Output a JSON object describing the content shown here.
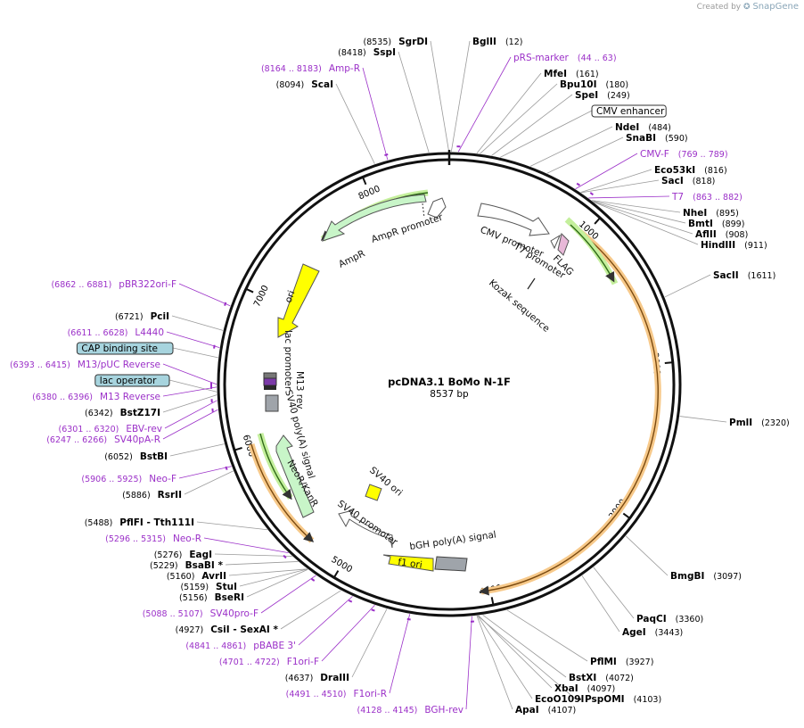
{
  "credit": {
    "prefix": "Created by",
    "brand": "SnapGene"
  },
  "map": {
    "name": "pcDNA3.1 BoMo N-1F",
    "length_label": "8537 bp",
    "length": 8537
  },
  "colors": {
    "site": "#000000",
    "primer": "#9b30c8",
    "feature_green": "#c8f5c8",
    "feature_yellow": "#ffff00",
    "feature_grey": "#9fa4aa",
    "orange_arc": "#f2a23a",
    "green_arc": "#4f9a2c"
  },
  "ticks": [
    "1000",
    "2000",
    "3000",
    "4000",
    "5000",
    "6000",
    "7000",
    "8000"
  ],
  "labels_right": [
    {
      "name": "BglII",
      "pos": "(12)",
      "kind": "site",
      "bp": 12
    },
    {
      "name": "pRS-marker",
      "pos": "(44 .. 63)",
      "kind": "primer",
      "bp": 53
    },
    {
      "name": "MfeI",
      "pos": "(161)",
      "kind": "site",
      "bp": 161
    },
    {
      "name": "Bpu10I",
      "pos": "(180)",
      "kind": "site",
      "bp": 180
    },
    {
      "name": "SpeI",
      "pos": "(249)",
      "kind": "site",
      "bp": 249
    },
    {
      "name": "CMV enhancer",
      "pos": "",
      "kind": "box",
      "bp": 300
    },
    {
      "name": "NdeI",
      "pos": "(484)",
      "kind": "site",
      "bp": 484
    },
    {
      "name": "SnaBI",
      "pos": "(590)",
      "kind": "site",
      "bp": 590
    },
    {
      "name": "CMV-F",
      "pos": "(769 .. 789)",
      "kind": "primer",
      "bp": 779
    },
    {
      "name": "Eco53kI",
      "pos": "(816)",
      "kind": "site",
      "bp": 816
    },
    {
      "name": "SacI",
      "pos": "(818)",
      "kind": "site",
      "bp": 818
    },
    {
      "name": "T7",
      "pos": "(863 .. 882)",
      "kind": "primer",
      "bp": 872
    },
    {
      "name": "NheI",
      "pos": "(895)",
      "kind": "site",
      "bp": 895
    },
    {
      "name": "BmtI",
      "pos": "(899)",
      "kind": "site",
      "bp": 899
    },
    {
      "name": "AflII",
      "pos": "(908)",
      "kind": "site",
      "bp": 908
    },
    {
      "name": "HindIII",
      "pos": "(911)",
      "kind": "site",
      "bp": 911
    },
    {
      "name": "SacII",
      "pos": "(1611)",
      "kind": "site",
      "bp": 1611
    },
    {
      "name": "PmlI",
      "pos": "(2320)",
      "kind": "site",
      "bp": 2320
    },
    {
      "name": "BmgBI",
      "pos": "(3097)",
      "kind": "site",
      "bp": 3097
    },
    {
      "name": "PaqCI",
      "pos": "(3360)",
      "kind": "site",
      "bp": 3360
    },
    {
      "name": "AgeI",
      "pos": "(3443)",
      "kind": "site",
      "bp": 3443
    },
    {
      "name": "PflMI",
      "pos": "(3927)",
      "kind": "site",
      "bp": 3927
    },
    {
      "name": "BstXI",
      "pos": "(4072)",
      "kind": "site",
      "bp": 4072
    },
    {
      "name": "XbaI",
      "pos": "(4097)",
      "kind": "site",
      "bp": 4097
    },
    {
      "name": "EcoO109I",
      "pos": "",
      "kind": "site",
      "bp": 4103
    },
    {
      "name": "- PspOMI",
      "pos": "(4103)",
      "kind": "site",
      "bp": 4103
    },
    {
      "name": "ApaI",
      "pos": "(4107)",
      "kind": "site",
      "bp": 4107
    }
  ],
  "labels_left": [
    {
      "name": "SgrDI",
      "pos": "(8535)",
      "kind": "site",
      "bp": 8535
    },
    {
      "name": "SspI",
      "pos": "(8418)",
      "kind": "site",
      "bp": 8418
    },
    {
      "name": "Amp-R",
      "pos": "(8164 .. 8183)",
      "kind": "primer",
      "bp": 8173
    },
    {
      "name": "ScaI",
      "pos": "(8094)",
      "kind": "site",
      "bp": 8094
    },
    {
      "name": "pBR322ori-F",
      "pos": "(6862 .. 6881)",
      "kind": "primer",
      "bp": 6871
    },
    {
      "name": "PciI",
      "pos": "(6721)",
      "kind": "site",
      "bp": 6721
    },
    {
      "name": "L4440",
      "pos": "(6611 .. 6628)",
      "kind": "primer",
      "bp": 6619
    },
    {
      "name": "CAP binding site",
      "pos": "",
      "kind": "box",
      "bp": 6560
    },
    {
      "name": "M13/pUC Reverse",
      "pos": "(6393 .. 6415)",
      "kind": "primer",
      "bp": 6404
    },
    {
      "name": "lac operator",
      "pos": "",
      "kind": "box",
      "bp": 6360
    },
    {
      "name": "M13 Reverse",
      "pos": "(6380 .. 6396)",
      "kind": "primer",
      "bp": 6388
    },
    {
      "name": "BstZ17I",
      "pos": "(6342)",
      "kind": "site",
      "bp": 6342
    },
    {
      "name": "EBV-rev",
      "pos": "(6301 .. 6320)",
      "kind": "primer",
      "bp": 6310
    },
    {
      "name": "SV40pA-R",
      "pos": "(6247 .. 6266)",
      "kind": "primer",
      "bp": 6256
    },
    {
      "name": "BstBI",
      "pos": "(6052)",
      "kind": "site",
      "bp": 6052
    },
    {
      "name": "Neo-F",
      "pos": "(5906 .. 5925)",
      "kind": "primer",
      "bp": 5915
    },
    {
      "name": "RsrII",
      "pos": "(5886)",
      "kind": "site",
      "bp": 5886
    },
    {
      "name": "PflFI  - Tth111I",
      "pos": "(5488)",
      "kind": "site",
      "bp": 5488
    },
    {
      "name": "Neo-R",
      "pos": "(5296 .. 5315)",
      "kind": "primer",
      "bp": 5305
    },
    {
      "name": "EagI",
      "pos": "(5276)",
      "kind": "site",
      "bp": 5276
    },
    {
      "name": "BsaBI *",
      "pos": "(5229)",
      "kind": "site",
      "bp": 5229
    },
    {
      "name": "AvrII",
      "pos": "(5160)",
      "kind": "site",
      "bp": 5160
    },
    {
      "name": "StuI",
      "pos": "(5159)",
      "kind": "site",
      "bp": 5159
    },
    {
      "name": "BseRI",
      "pos": "(5156)",
      "kind": "site",
      "bp": 5156
    },
    {
      "name": "SV40pro-F",
      "pos": "(5088 .. 5107)",
      "kind": "primer",
      "bp": 5097
    },
    {
      "name": "CsiI  - SexAI *",
      "pos": "(4927)",
      "kind": "site",
      "bp": 4927
    },
    {
      "name": "pBABE 3'",
      "pos": "(4841 .. 4861)",
      "kind": "primer",
      "bp": 4851
    },
    {
      "name": "F1ori-F",
      "pos": "(4701 .. 4722)",
      "kind": "primer",
      "bp": 4711
    },
    {
      "name": "DraIII",
      "pos": "(4637)",
      "kind": "site",
      "bp": 4637
    },
    {
      "name": "F1ori-R",
      "pos": "(4491 .. 4510)",
      "kind": "primer",
      "bp": 4500
    },
    {
      "name": "BGH-rev",
      "pos": "(4128 .. 4145)",
      "kind": "primer",
      "bp": 4136
    }
  ],
  "features": [
    {
      "name": "AmpR promoter"
    },
    {
      "name": "AmpR"
    },
    {
      "name": "ori"
    },
    {
      "name": "CMV promoter"
    },
    {
      "name": "T7 promoter"
    },
    {
      "name": "FLAG"
    },
    {
      "name": "Kozak sequence"
    },
    {
      "name": "lac promoter"
    },
    {
      "name": "M13 rev"
    },
    {
      "name": "SV40 poly(A) signal"
    },
    {
      "name": "NeoR/KanR"
    },
    {
      "name": "SV40 ori"
    },
    {
      "name": "SV40 promoter"
    },
    {
      "name": "bGH poly(A) signal"
    },
    {
      "name": "f1 ori"
    }
  ]
}
